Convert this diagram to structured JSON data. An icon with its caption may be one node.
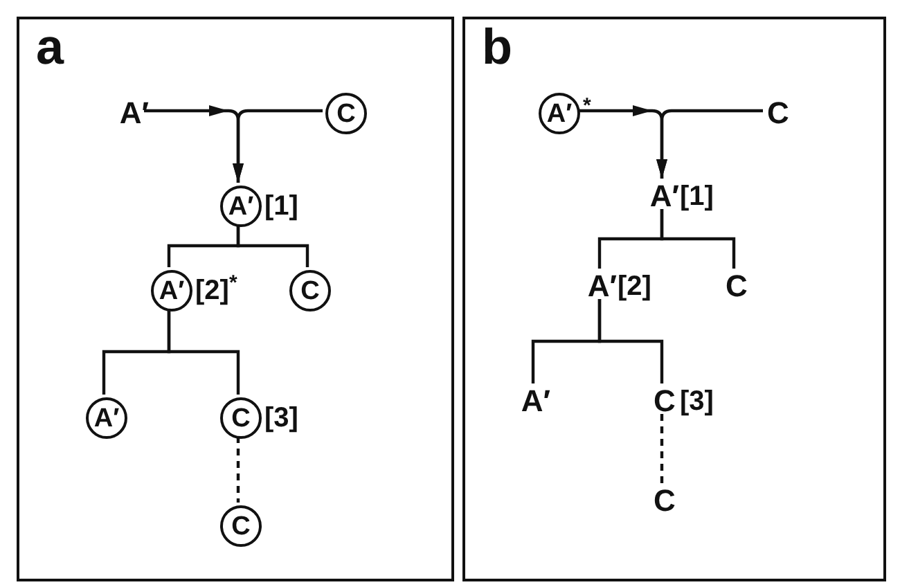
{
  "diagram": {
    "nodes": [
      {
        "text": [
          "a"
        ]
      },
      {
        "text": [
          "A′"
        ],
        "in": 0
      },
      {
        "text": [
          "C"
        ],
        "in": 0
      },
      {
        "text": [
          "A′"
        ],
        "in": 0,
        "beside": [
          "[1]"
        ]
      },
      {
        "text": [
          "A′"
        ],
        "in": 0,
        "beside": [
          "[2]$^{*}$"
        ]
      },
      {
        "text": [
          "C"
        ],
        "in": 0
      },
      {
        "text": [
          "A′"
        ],
        "in": 0
      },
      {
        "text": [
          "C"
        ],
        "in": 0,
        "beside": [
          "[3]"
        ]
      },
      {
        "text": [
          "C"
        ],
        "in": 0
      },
      {
        "text": [
          "b"
        ]
      },
      {
        "text": [
          "A′"
        ],
        "in": 9,
        "beside": [
          "$^{*}$"
        ]
      },
      {
        "text": [
          "C"
        ],
        "in": 9
      },
      {
        "text": [
          "A′"
        ],
        "in": 9,
        "beside": [
          "[1]"
        ]
      },
      {
        "text": [
          "A′"
        ],
        "in": 9,
        "beside": [
          "[2]"
        ]
      },
      {
        "text": [
          "C"
        ],
        "in": 9
      },
      {
        "text": [
          "A′"
        ],
        "in": 9
      },
      {
        "text": [
          "C"
        ],
        "in": 9,
        "beside": [
          "[3]"
        ]
      },
      {
        "text": [
          "C"
        ],
        "in": 9
      }
    ],
    "edges": [
      {
        "from": 1,
        "to": 3,
        "arrow": "to"
      },
      {
        "from": 2,
        "to": 3,
        "arrow": "to"
      },
      {
        "from": 3,
        "to": 4,
        "arrow": "none"
      },
      {
        "from": 3,
        "to": 5,
        "arrow": "none"
      },
      {
        "from": 4,
        "to": 6,
        "arrow": "none"
      },
      {
        "from": 4,
        "to": 7,
        "arrow": "none"
      },
      {
        "from": 7,
        "to": 8,
        "arrow": "none",
        "style": "dashed"
      },
      {
        "from": 10,
        "to": 12,
        "arrow": "to"
      },
      {
        "from": 11,
        "to": 12,
        "arrow": "to"
      },
      {
        "from": 12,
        "to": 13,
        "arrow": "none"
      },
      {
        "from": 12,
        "to": 14,
        "arrow": "none"
      },
      {
        "from": 13,
        "to": 15,
        "arrow": "none"
      },
      {
        "from": 13,
        "to": 16,
        "arrow": "none"
      },
      {
        "from": 16,
        "to": 17,
        "arrow": "none",
        "style": "dashed"
      }
    ]
  }
}
